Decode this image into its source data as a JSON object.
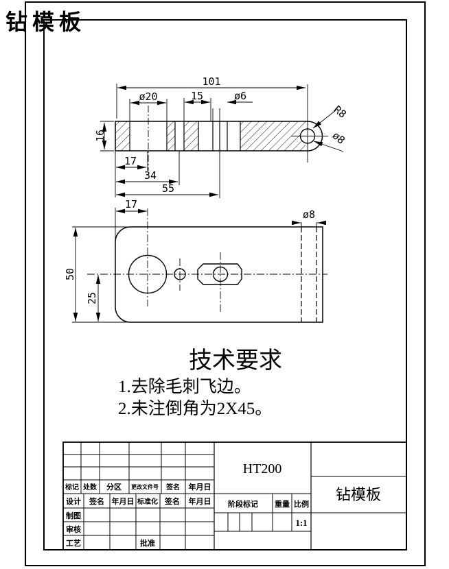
{
  "red_title": "钻模板",
  "colors": {
    "title_red": "#d40000",
    "line": "#000000"
  },
  "views": {
    "top": {
      "dim101": "101",
      "dim20": "ø20",
      "dim15": "15",
      "dim6": "ø6",
      "dim16": "16",
      "dim17": "17",
      "dim34": "34",
      "dim55": "55",
      "radius": "R8",
      "dim8": "ø8"
    },
    "plan": {
      "dim17": "17",
      "dim50": "50",
      "dim25": "25",
      "dim8": "ø8"
    }
  },
  "tech_requirements": {
    "title": "技术要求",
    "item1": "1.去除毛刺飞边。",
    "item2": "2.未注倒角为2X45。"
  },
  "title_block": {
    "material": "HT200",
    "part_name": "钻模板",
    "scale_value": "1:1",
    "header_row": [
      "标记",
      "处数",
      "分区",
      "更改文件号",
      "签名",
      "年月日"
    ],
    "sign_row": [
      "设计",
      "签名",
      "年月日",
      "标准化",
      "签名",
      "年月日"
    ],
    "left_labels": [
      "制图",
      "审核",
      "工艺"
    ],
    "approve": "批准",
    "stage_mark": "阶段标记",
    "weight": "重量",
    "scale_label": "比例"
  }
}
